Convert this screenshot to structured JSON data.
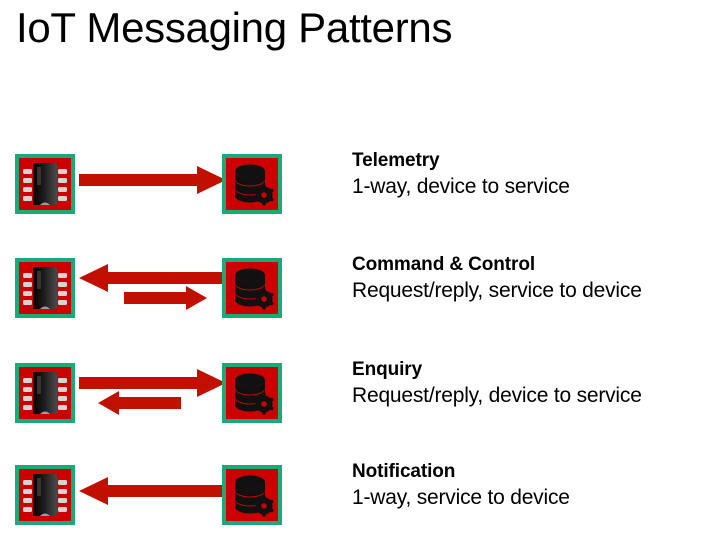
{
  "title": "IoT Messaging Patterns",
  "colors": {
    "tile_fill": "#cc0000",
    "tile_border": "#1ba97a",
    "arrow": "#c21000",
    "chip_body": "#1a1a1a",
    "chip_pin": "#d0d0d0",
    "text": "#000000",
    "background": "#ffffff"
  },
  "icons": {
    "device": "microchip-icon",
    "service": "database-gear-icon"
  },
  "patterns": [
    {
      "heading": "Telemetry",
      "description": "1-way, device to service",
      "left_icon": "microchip-icon",
      "right_icon": "database-gear-icon",
      "arrows": [
        {
          "direction": "right",
          "length": "long"
        }
      ]
    },
    {
      "heading": "Command & Control",
      "description": "Request/reply, service to device",
      "left_icon": "microchip-icon",
      "right_icon": "database-gear-icon",
      "arrows": [
        {
          "direction": "left",
          "length": "long"
        },
        {
          "direction": "right",
          "length": "short"
        }
      ]
    },
    {
      "heading": "Enquiry",
      "description": "Request/reply, device to service",
      "left_icon": "microchip-icon",
      "right_icon": "database-gear-icon",
      "arrows": [
        {
          "direction": "right",
          "length": "long"
        },
        {
          "direction": "left",
          "length": "short"
        }
      ]
    },
    {
      "heading": "Notification",
      "description": "1-way, service to device",
      "left_icon": "microchip-icon",
      "right_icon": "database-gear-icon",
      "arrows": [
        {
          "direction": "left",
          "length": "long"
        }
      ]
    }
  ]
}
